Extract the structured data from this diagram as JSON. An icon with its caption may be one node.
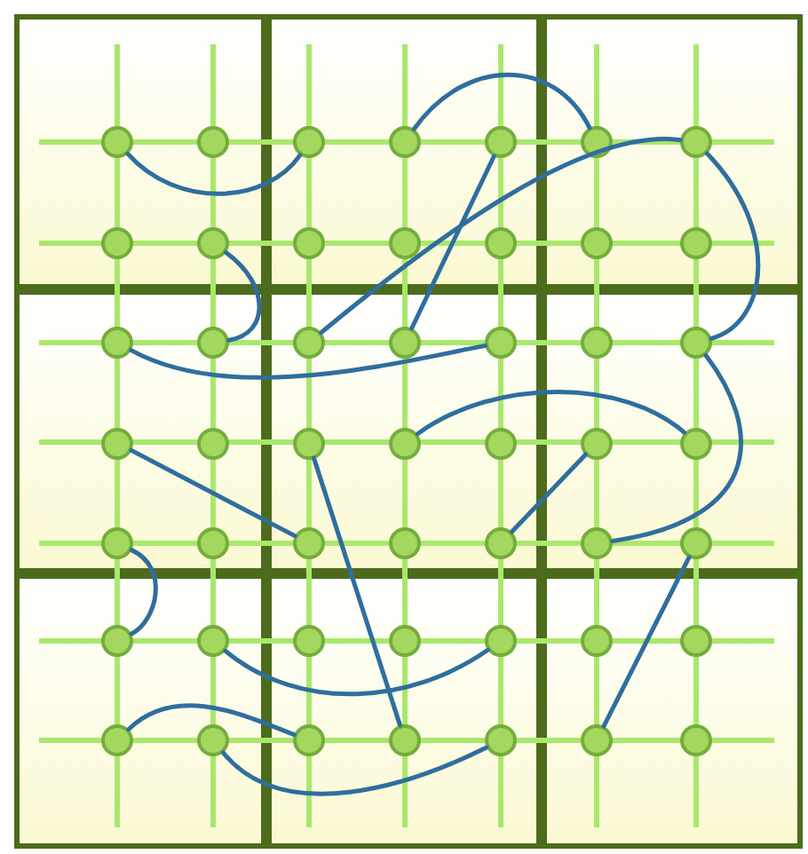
{
  "diagram": {
    "nodes": [
      {
        "text": [],
        "shape": "box"
      },
      {
        "text": [],
        "shape": "box"
      },
      {
        "text": [],
        "shape": "box"
      },
      {
        "text": [],
        "shape": "box"
      },
      {
        "text": [],
        "shape": "box"
      },
      {
        "text": [],
        "shape": "box"
      },
      {
        "text": [],
        "shape": "box"
      },
      {
        "text": [],
        "shape": "box"
      },
      {
        "text": [],
        "shape": "box"
      },
      {
        "text": [],
        "shape": "circle",
        "in": 0
      },
      {
        "text": [],
        "shape": "circle",
        "in": 0
      },
      {
        "text": [],
        "shape": "circle",
        "in": 1
      },
      {
        "text": [],
        "shape": "circle",
        "in": 1
      },
      {
        "text": [],
        "shape": "circle",
        "in": 1
      },
      {
        "text": [],
        "shape": "circle",
        "in": 2
      },
      {
        "text": [],
        "shape": "circle",
        "in": 2
      },
      {
        "text": [],
        "shape": "circle",
        "in": 0
      },
      {
        "text": [],
        "shape": "circle",
        "in": 0
      },
      {
        "text": [],
        "shape": "circle",
        "in": 1
      },
      {
        "text": [],
        "shape": "circle",
        "in": 1
      },
      {
        "text": [],
        "shape": "circle",
        "in": 1
      },
      {
        "text": [],
        "shape": "circle",
        "in": 2
      },
      {
        "text": [],
        "shape": "circle",
        "in": 2
      },
      {
        "text": [],
        "shape": "circle",
        "in": 3
      },
      {
        "text": [],
        "shape": "circle",
        "in": 3
      },
      {
        "text": [],
        "shape": "circle",
        "in": 4
      },
      {
        "text": [],
        "shape": "circle",
        "in": 4
      },
      {
        "text": [],
        "shape": "circle",
        "in": 4
      },
      {
        "text": [],
        "shape": "circle",
        "in": 5
      },
      {
        "text": [],
        "shape": "circle",
        "in": 5
      },
      {
        "text": [],
        "shape": "circle",
        "in": 3
      },
      {
        "text": [],
        "shape": "circle",
        "in": 3
      },
      {
        "text": [],
        "shape": "circle",
        "in": 4
      },
      {
        "text": [],
        "shape": "circle",
        "in": 4
      },
      {
        "text": [],
        "shape": "circle",
        "in": 4
      },
      {
        "text": [],
        "shape": "circle",
        "in": 5
      },
      {
        "text": [],
        "shape": "circle",
        "in": 5
      },
      {
        "text": [],
        "shape": "circle",
        "in": 3
      },
      {
        "text": [],
        "shape": "circle",
        "in": 3
      },
      {
        "text": [],
        "shape": "circle",
        "in": 4
      },
      {
        "text": [],
        "shape": "circle",
        "in": 4
      },
      {
        "text": [],
        "shape": "circle",
        "in": 4
      },
      {
        "text": [],
        "shape": "circle",
        "in": 5
      },
      {
        "text": [],
        "shape": "circle",
        "in": 5
      },
      {
        "text": [],
        "shape": "circle",
        "in": 6
      },
      {
        "text": [],
        "shape": "circle",
        "in": 6
      },
      {
        "text": [],
        "shape": "circle",
        "in": 7
      },
      {
        "text": [],
        "shape": "circle",
        "in": 7
      },
      {
        "text": [],
        "shape": "circle",
        "in": 7
      },
      {
        "text": [],
        "shape": "circle",
        "in": 8
      },
      {
        "text": [],
        "shape": "circle",
        "in": 8
      },
      {
        "text": [],
        "shape": "circle",
        "in": 6
      },
      {
        "text": [],
        "shape": "circle",
        "in": 6
      },
      {
        "text": [],
        "shape": "circle",
        "in": 7
      },
      {
        "text": [],
        "shape": "circle",
        "in": 7
      },
      {
        "text": [],
        "shape": "circle",
        "in": 7
      },
      {
        "text": [],
        "shape": "circle",
        "in": 8
      },
      {
        "text": [],
        "shape": "circle",
        "in": 8
      }
    ],
    "edges": [
      {
        "from": 9,
        "to": 11,
        "arrow": "none"
      },
      {
        "from": 17,
        "to": 24,
        "arrow": "none"
      },
      {
        "from": 23,
        "to": 27,
        "arrow": "none"
      },
      {
        "from": 12,
        "to": 14,
        "arrow": "none"
      },
      {
        "from": 13,
        "to": 26,
        "arrow": "none"
      },
      {
        "from": 25,
        "to": 15,
        "arrow": "none"
      },
      {
        "from": 15,
        "to": 29,
        "arrow": "none"
      },
      {
        "from": 29,
        "to": 42,
        "arrow": "none"
      },
      {
        "from": 33,
        "to": 36,
        "arrow": "none"
      },
      {
        "from": 30,
        "to": 39,
        "arrow": "none"
      },
      {
        "from": 32,
        "to": 54,
        "arrow": "none"
      },
      {
        "from": 37,
        "to": 44,
        "arrow": "none"
      },
      {
        "from": 45,
        "to": 48,
        "arrow": "none"
      },
      {
        "from": 51,
        "to": 53,
        "arrow": "none"
      },
      {
        "from": 52,
        "to": 55,
        "arrow": "none"
      },
      {
        "from": 41,
        "to": 35,
        "arrow": "none"
      },
      {
        "from": 56,
        "to": 43,
        "arrow": "none"
      }
    ]
  }
}
